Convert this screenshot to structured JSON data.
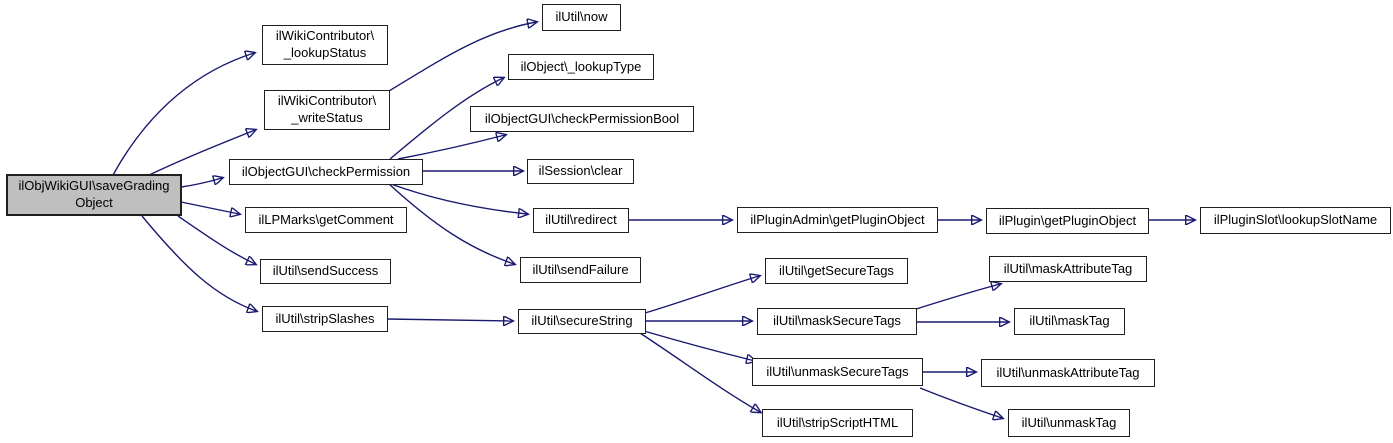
{
  "diagram": {
    "type": "call-graph",
    "background_color": "#ffffff",
    "edge_color": "#191970",
    "node_fill": "#ffffff",
    "node_border_color": "#1f1f1f",
    "root_node_fill": "#bfbfbf",
    "nodes": {
      "saveGradingObject": {
        "label": "ilObjWikiGUI\\saveGrading\nObject"
      },
      "lookupStatus": {
        "label": "ilWikiContributor\\\n_lookupStatus"
      },
      "writeStatus": {
        "label": "ilWikiContributor\\\n_writeStatus"
      },
      "now": {
        "label": "ilUtil\\now"
      },
      "lookupType": {
        "label": "ilObject\\_lookupType"
      },
      "checkPermissionBool": {
        "label": "ilObjectGUI\\checkPermissionBool"
      },
      "checkPermission": {
        "label": "ilObjectGUI\\checkPermission"
      },
      "getComment": {
        "label": "ilLPMarks\\getComment"
      },
      "sendSuccess": {
        "label": "ilUtil\\sendSuccess"
      },
      "stripSlashes": {
        "label": "ilUtil\\stripSlashes"
      },
      "clear": {
        "label": "ilSession\\clear"
      },
      "redirect": {
        "label": "ilUtil\\redirect"
      },
      "sendFailure": {
        "label": "ilUtil\\sendFailure"
      },
      "pluginAdminGetPluginObject": {
        "label": "ilPluginAdmin\\getPluginObject"
      },
      "pluginGetPluginObject": {
        "label": "ilPlugin\\getPluginObject"
      },
      "lookupSlotName": {
        "label": "ilPluginSlot\\lookupSlotName"
      },
      "secureString": {
        "label": "ilUtil\\secureString"
      },
      "getSecureTags": {
        "label": "ilUtil\\getSecureTags"
      },
      "maskSecureTags": {
        "label": "ilUtil\\maskSecureTags"
      },
      "unmaskSecureTags": {
        "label": "ilUtil\\unmaskSecureTags"
      },
      "stripScriptHTML": {
        "label": "ilUtil\\stripScriptHTML"
      },
      "maskAttributeTag": {
        "label": "ilUtil\\maskAttributeTag"
      },
      "maskTag": {
        "label": "ilUtil\\maskTag"
      },
      "unmaskAttributeTag": {
        "label": "ilUtil\\unmaskAttributeTag"
      },
      "unmaskTag": {
        "label": "ilUtil\\unmaskTag"
      }
    },
    "edges": [
      {
        "from": "saveGradingObject",
        "to": "lookupStatus"
      },
      {
        "from": "saveGradingObject",
        "to": "writeStatus"
      },
      {
        "from": "saveGradingObject",
        "to": "checkPermission"
      },
      {
        "from": "saveGradingObject",
        "to": "getComment"
      },
      {
        "from": "saveGradingObject",
        "to": "sendSuccess"
      },
      {
        "from": "saveGradingObject",
        "to": "stripSlashes"
      },
      {
        "from": "writeStatus",
        "to": "now"
      },
      {
        "from": "checkPermission",
        "to": "lookupType"
      },
      {
        "from": "checkPermission",
        "to": "checkPermissionBool"
      },
      {
        "from": "checkPermission",
        "to": "clear"
      },
      {
        "from": "checkPermission",
        "to": "redirect"
      },
      {
        "from": "checkPermission",
        "to": "sendFailure"
      },
      {
        "from": "redirect",
        "to": "pluginAdminGetPluginObject"
      },
      {
        "from": "pluginAdminGetPluginObject",
        "to": "pluginGetPluginObject"
      },
      {
        "from": "pluginGetPluginObject",
        "to": "lookupSlotName"
      },
      {
        "from": "stripSlashes",
        "to": "secureString"
      },
      {
        "from": "secureString",
        "to": "getSecureTags"
      },
      {
        "from": "secureString",
        "to": "maskSecureTags"
      },
      {
        "from": "secureString",
        "to": "unmaskSecureTags"
      },
      {
        "from": "secureString",
        "to": "stripScriptHTML"
      },
      {
        "from": "maskSecureTags",
        "to": "maskAttributeTag"
      },
      {
        "from": "maskSecureTags",
        "to": "maskTag"
      },
      {
        "from": "unmaskSecureTags",
        "to": "unmaskAttributeTag"
      },
      {
        "from": "unmaskSecureTags",
        "to": "unmaskTag"
      }
    ]
  }
}
